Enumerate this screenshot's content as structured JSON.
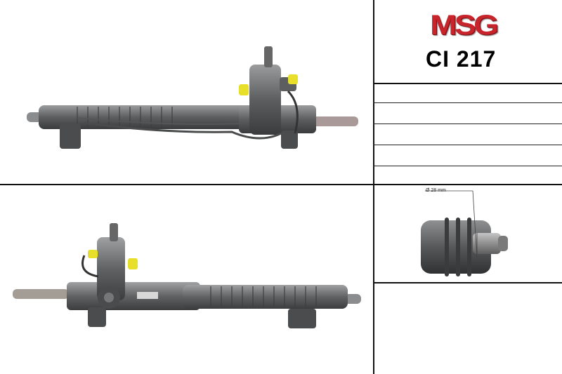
{
  "brand": {
    "logo_text": "MSG"
  },
  "product": {
    "code": "CI 217"
  },
  "detail": {
    "diameter_label": "Ø 28 mm"
  },
  "colors": {
    "brand_red": "#c8242b",
    "housing_gray": "#6b6d6f",
    "fitting_yellow": "#e8df2a"
  }
}
